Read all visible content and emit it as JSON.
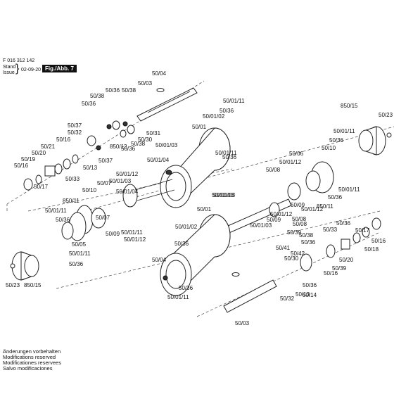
{
  "header": {
    "code": "F 016 312 142",
    "stand": "Stand",
    "issue": "Issue",
    "date": "02-09-20",
    "figure": "Fig./Abb. 7"
  },
  "notes": [
    "Änderungen vorbehalten",
    "Modifications reserved",
    "Modificationes reservees",
    "Salvo modificaciones"
  ],
  "labels": [
    "50/04",
    "50/03",
    "50/36",
    "50/38",
    "50/36",
    "50/38",
    "50/01/11",
    "50/36",
    "50/01/02",
    "50/37",
    "50/32",
    "50/16",
    "50/21",
    "50/20",
    "50/19",
    "50/16",
    "50/17",
    "50/33",
    "50/31",
    "50/30",
    "850/12",
    "50/36",
    "50/38",
    "50/37",
    "50/13",
    "50/01",
    "50/01/03",
    "50/01/04",
    "50/36",
    "50/01/11",
    "850/15",
    "50/23",
    "50/01/11",
    "50/36",
    "50/10",
    "50/06",
    "50/01/12",
    "50/08",
    "50/07",
    "50/01/12",
    "50/01/03",
    "50/01/04",
    "50/01/11",
    "850/11",
    "50/36",
    "50/10",
    "850/11",
    "50/01/11",
    "50/36",
    "50/01/03",
    "50/01/12",
    "50/09",
    "50/08",
    "50/07",
    "50/09",
    "50/05",
    "50/01/11",
    "50/36",
    "50/01/12",
    "50/01/11",
    "50/01/02",
    "50/36",
    "50/01",
    "50/01/03",
    "50/04",
    "50/36",
    "50/01/11",
    "50/23",
    "850/15",
    "50/01/12",
    "50/01/03",
    "50/09",
    "50/08",
    "50/39",
    "50/33",
    "50/36",
    "50/17",
    "50/18",
    "50/16",
    "50/41",
    "50/42",
    "50/30",
    "50/38",
    "50/36",
    "50/20",
    "50/16",
    "50/39",
    "50/36",
    "50/14",
    "50/32",
    "50/13",
    "50/03"
  ]
}
